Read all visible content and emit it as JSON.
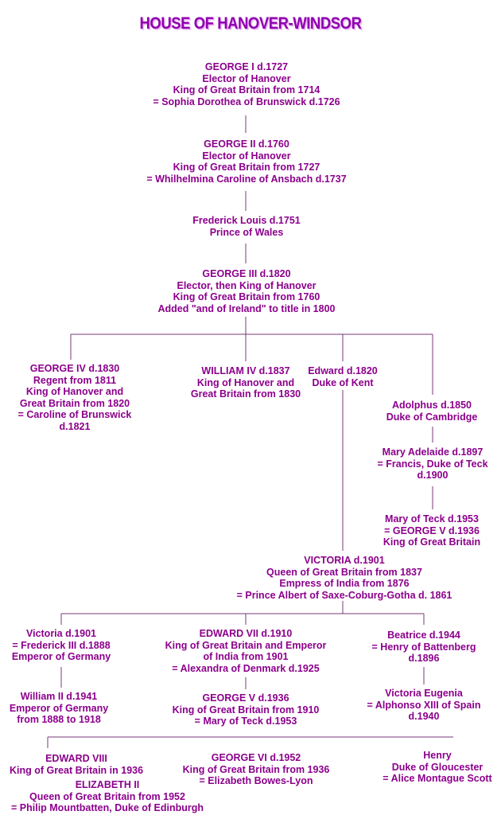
{
  "title": "HOUSE OF HANOVER-WINDSOR",
  "nodes": {
    "george1": [
      "GEORGE I d.1727",
      "Elector of Hanover",
      "King of Great Britain from 1714",
      "= Sophia Dorothea of Brunswick d.1726"
    ],
    "george2": [
      "GEORGE II d.1760",
      "Elector of Hanover",
      "King of Great Britain from 1727",
      "= Whilhelmina Caroline of Ansbach d.1737"
    ],
    "frederick": [
      "Frederick Louis d.1751",
      "Prince of Wales"
    ],
    "george3": [
      "GEORGE III d.1820",
      "Elector, then King of Hanover",
      "King of Great Britain from 1760",
      "Added \"and of Ireland\" to title in 1800"
    ],
    "george4": [
      "GEORGE IV d.1830",
      "Regent from 1811",
      "King of Hanover and",
      "Great Britain from 1820",
      "= Caroline of Brunswick",
      "d.1821"
    ],
    "william4": [
      "WILLIAM IV d.1837",
      "King of Hanover and",
      "Great Britain from 1830"
    ],
    "edward": [
      "Edward d.1820",
      "Duke of Kent"
    ],
    "adolphus": [
      "Adolphus d.1850",
      "Duke of Cambridge"
    ],
    "mary_adelaide": [
      "Mary Adelaide d.1897",
      "= Francis, Duke of Teck",
      "d.1900"
    ],
    "mary_teck": [
      "Mary of Teck d.1953",
      "= GEORGE V d.1936",
      "King of Great Britain"
    ],
    "victoria": [
      "VICTORIA d.1901",
      "Queen of Great Britain from 1837",
      "Empress of India from 1876",
      "= Prince Albert of Saxe-Coburg-Gotha d. 1861"
    ],
    "victoria_pr": [
      "Victoria d.1901",
      "= Frederick III d.1888",
      "Emperor of Germany"
    ],
    "edward7": [
      "EDWARD VII d.1910",
      "King of Great Britain and Emperor",
      "of India from 1901",
      "= Alexandra of Denmark d.1925"
    ],
    "beatrice": [
      "Beatrice d.1944",
      "= Henry of Battenberg",
      "d.1896"
    ],
    "william2": [
      "William II d.1941",
      "Emperor of Germany",
      "from 1888 to 1918"
    ],
    "george5": [
      "GEORGE V d.1936",
      "King of Great Britain from 1910",
      "= Mary of Teck d.1953"
    ],
    "victoria_eugenia": [
      "Victoria Eugenia",
      "= Alphonso XIII of Spain",
      "d.1940"
    ],
    "edward8": [
      "EDWARD VIII",
      "King of Great Britain in 1936"
    ],
    "elizabeth2": [
      "ELIZABETH II",
      "Queen of Great Britain from 1952",
      "= Philip Mountbatten, Duke of Edinburgh"
    ],
    "george6": [
      "GEORGE VI d.1952",
      "King of Great Britain from 1936",
      "= Elizabeth Bowes-Lyon"
    ],
    "henry": [
      "Henry",
      "Duke of Gloucester",
      "= Alice Montague Scott"
    ]
  }
}
